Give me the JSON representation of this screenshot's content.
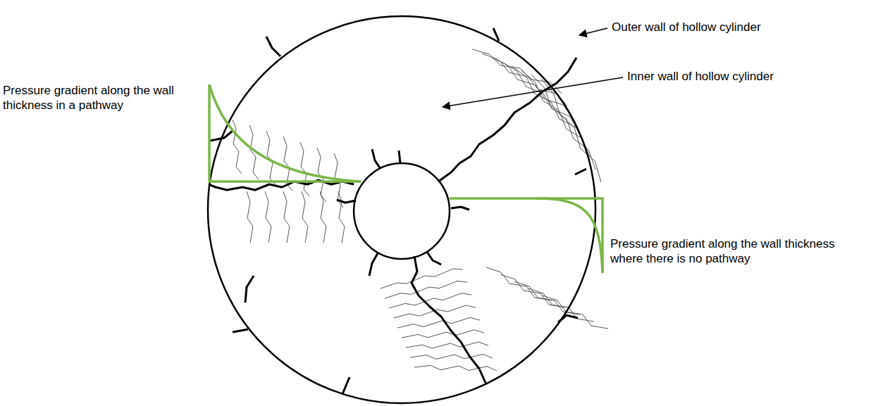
{
  "diagram": {
    "labels": [
      "Outer wall of hollow cylinder",
      "Inner wall of hollow cylinder",
      "Pressure gradient along the wall thickness in a pathway",
      "Pressure gradient along the wall thickness where there is no pathway"
    ]
  }
}
